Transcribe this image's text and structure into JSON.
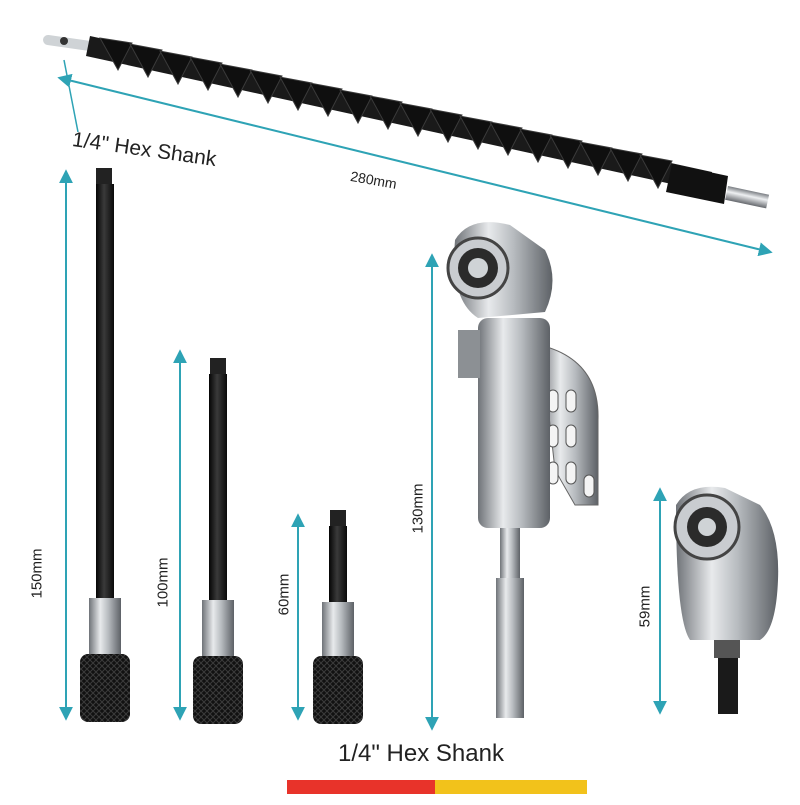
{
  "labels": {
    "hex_shank_top": "1/4\" Hex Shank",
    "hex_shank_bottom": "1/4\" Hex Shank",
    "flex_length": "280mm",
    "ext_150": "150mm",
    "ext_100": "100mm",
    "ext_60": "60mm",
    "angle_130": "130mm",
    "angle_59": "59mm"
  },
  "colors": {
    "arrow": "#2ea3b5",
    "strip_red": "#e8332a",
    "strip_orange": "#f07d1e",
    "strip_yellow": "#f2c21b"
  }
}
